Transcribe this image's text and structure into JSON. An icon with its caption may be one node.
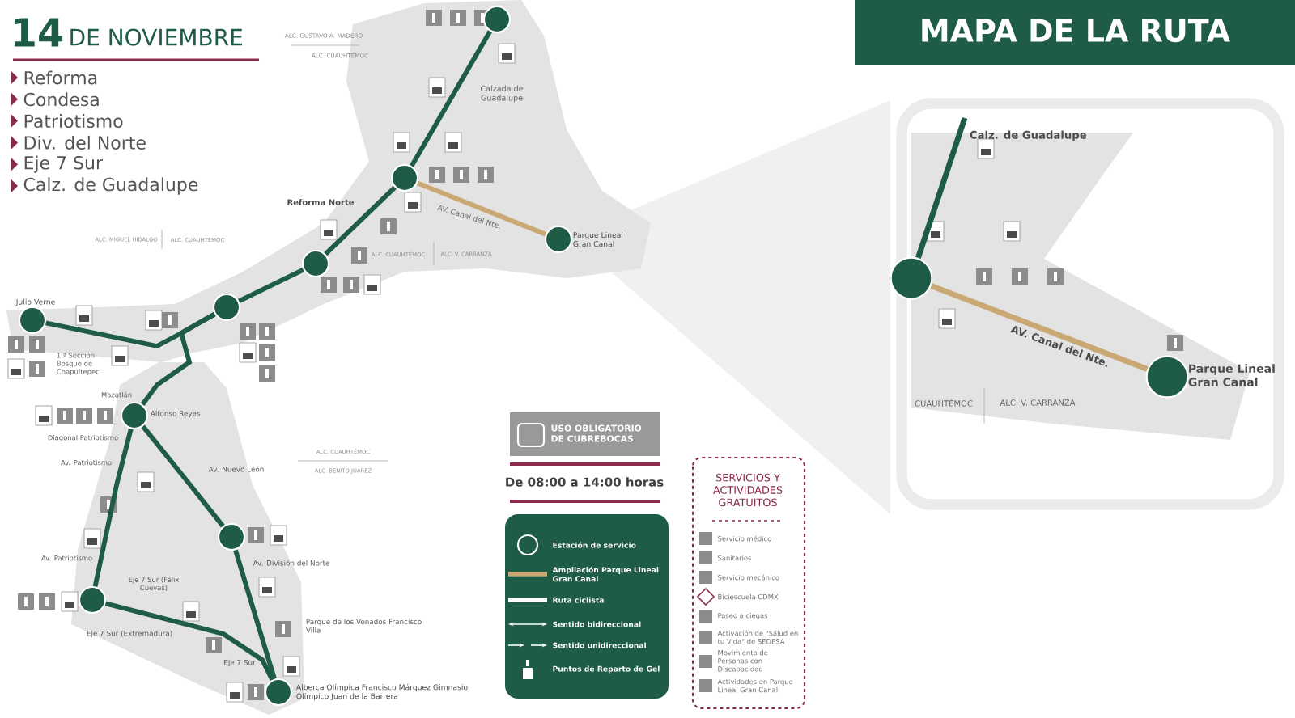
{
  "diagram": {
    "nodes": [
      {
        "text": [],
        "shape": "circle"
      },
      {
        "text": [],
        "shape": "circle"
      },
      {
        "text": [],
        "shape": "circle",
        "beside": [
          "Parque Lineal Gran Canal"
        ]
      },
      {
        "text": [],
        "shape": "circle"
      },
      {
        "text": [],
        "shape": "circle"
      },
      {
        "text": [],
        "shape": "circle",
        "beside": [
          "Julio Verne"
        ]
      },
      {
        "text": [],
        "shape": "circle"
      },
      {
        "text": [],
        "shape": "circle"
      },
      {
        "text": [],
        "shape": "circle"
      },
      {
        "text": [],
        "shape": "circle",
        "beside": [
          "Alberca Olímpica Francisco Márquez Gimnasio Olímpico Juan de la Barrera"
        ]
      },
      {
        "text": [],
        "shape": "circle"
      },
      {
        "text": [],
        "shape": "circle",
        "beside": [
          "Parque Lineal Gran Canal"
        ]
      }
    ],
    "edges": [
      {
        "from": 0,
        "to": 1,
        "arrow": "none"
      },
      {
        "from": 1,
        "to": 2,
        "arrow": "none",
        "color": "#c9a874"
      },
      {
        "from": 1,
        "to": 3,
        "arrow": "none"
      },
      {
        "from": 3,
        "to": 4,
        "arrow": "none"
      },
      {
        "from": 4,
        "to": 5,
        "arrow": "none"
      },
      {
        "from": 4,
        "to": 6,
        "arrow": "none"
      },
      {
        "from": 6,
        "to": 8,
        "arrow": "none"
      },
      {
        "from": 6,
        "to": 7,
        "arrow": "none"
      },
      {
        "from": 7,
        "to": 9,
        "arrow": "none"
      },
      {
        "from": 8,
        "to": 9,
        "arrow": "none"
      },
      {
        "from": 10,
        "to": 11,
        "arrow": "none",
        "color": "#c9a874"
      },
      {
        "from": null,
        "to": 10,
        "arrow": "none"
      }
    ],
    "labels": [
      "14",
      "DE NOVIEMBRE",
      "Reforma",
      "Condesa",
      "Patriotismo",
      "Div. del Norte",
      "Eje 7 Sur",
      "Calz. de Guadalupe",
      "MAPA DE LA RUTA",
      "ALC. GUSTAVO A. MADERO",
      "ALC. CUAUHTÉMOC",
      "Calzada de Guadalupe",
      "Reforma Norte",
      "AV. Canal del Nte.",
      "ALC. MIGUEL HIDALGO",
      "ALC. CUAUHTÉMOC",
      "ALC. CUAUHTÉMOC",
      "ALC. V. CARRANZA",
      "1.ª Sección Bosque de Chapultepec",
      "Mazatlán",
      "Alfonso Reyes",
      "Diagonal Patriotismo",
      "Av. Patriotismo",
      "Av. Nuevo León",
      "ALC. CUAUHTÉMOC",
      "ALC. BENITO JUÁREZ",
      "Av. Patriotismo",
      "Av. División del Norte",
      "Eje 7 Sur (Félix Cuevas)",
      "Parque de los Venados Francisco Villa",
      "Eje 7 Sur (Extremadura)",
      "Eje 7 Sur",
      "USO OBLIGATORIO DE CUBREBOCAS",
      "De 08:00 a 14:00 horas",
      "SERVICIOS Y ACTIVIDADES GRATUITOS",
      "Calz. de Guadalupe",
      "AV. Canal del Nte.",
      "CUAUHTÉMOC",
      "ALC. V. CARRANZA"
    ],
    "legend": [
      {
        "text": "Estación de servicio"
      },
      {
        "text": "Ampliación Parque Lineal Gran Canal"
      },
      {
        "text": "Ruta ciclista"
      },
      {
        "text": "Sentido bidireccional"
      },
      {
        "text": "Sentido unidireccional"
      },
      {
        "text": "Puntos de Reparto de Gel"
      },
      {
        "text": "Servicio médico"
      },
      {
        "text": "Sanitarios"
      },
      {
        "text": "Servicio mecánico"
      },
      {
        "text": "Biciescuela CDMX"
      },
      {
        "text": "Paseo a ciegas"
      },
      {
        "text": "Activación de \"Salud en tu Vida\" de SEDESA"
      },
      {
        "text": "Movimiento de Personas con Discapacidad"
      },
      {
        "text": "Actividades en Parque Lineal Gran Canal"
      }
    ]
  }
}
